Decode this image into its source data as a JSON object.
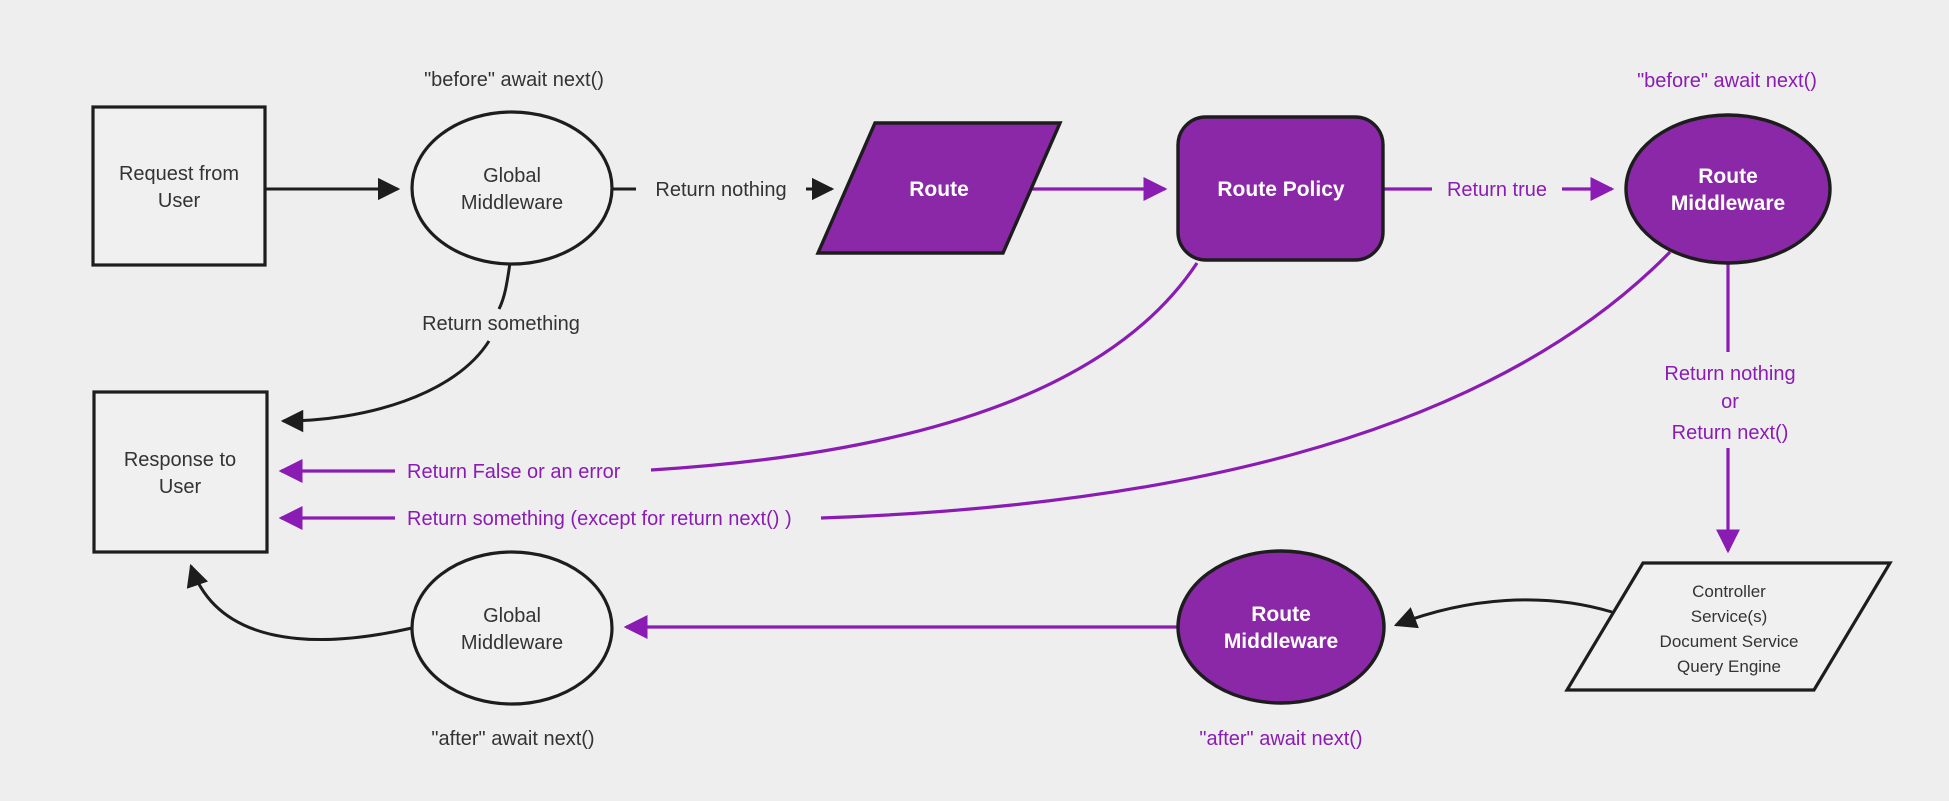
{
  "background": "#efeeef",
  "colors": {
    "background": "#efeeef",
    "node_fill": "#f1f0f1",
    "purple_fill": "#8b28a8",
    "purple_line": "#8a1cb3",
    "purple_text": "#8a1cb3",
    "black": "#1d1d1d",
    "dark_text": "#333333",
    "white": "#ffffff"
  },
  "nodes": {
    "request": {
      "lines": [
        "Request from",
        "User"
      ]
    },
    "global_mw_top": {
      "lines": [
        "Global",
        "Middleware"
      ]
    },
    "route": {
      "label": "Route"
    },
    "route_policy": {
      "label": "Route Policy"
    },
    "route_mw_top": {
      "lines": [
        "Route",
        "Middleware"
      ]
    },
    "controller": {
      "lines": [
        "Controller",
        "Service(s)",
        "Document Service",
        "Query Engine"
      ]
    },
    "route_mw_bottom": {
      "lines": [
        "Route",
        "Middleware"
      ]
    },
    "global_mw_bottom": {
      "lines": [
        "Global",
        "Middleware"
      ]
    },
    "response": {
      "lines": [
        "Response to",
        "User"
      ]
    }
  },
  "edge_labels": {
    "before_await_top_left": "\"before\" await next()",
    "return_nothing": "Return nothing",
    "return_true": "Return true",
    "before_await_top_right": "\"before\" await next()",
    "return_nothing_or": [
      "Return nothing",
      "or",
      "Return next()"
    ],
    "return_something": "Return something",
    "return_false": "Return False or an error",
    "return_something_except": "Return something (except for return next() )",
    "after_await_bottom_right": "\"after\" await next()",
    "after_await_bottom_left": "\"after\" await next()"
  }
}
